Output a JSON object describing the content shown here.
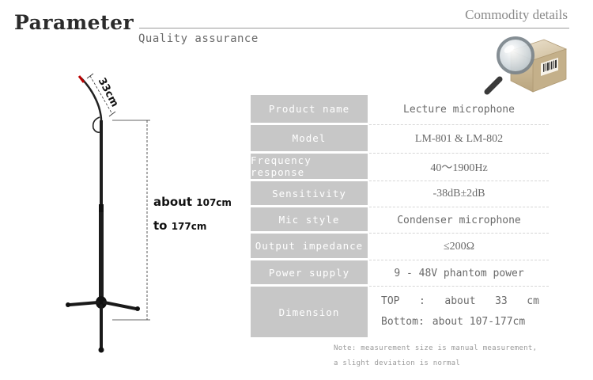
{
  "header": {
    "title": "Parameter",
    "subtitle": "Quality assurance",
    "commodity": "Commodity details"
  },
  "figure": {
    "gooseneck_length": "33cm",
    "height_line1_prefix": "about ",
    "height_line1_num": "107cm",
    "height_line2_prefix": "to ",
    "height_line2_num": "177cm"
  },
  "specs": [
    {
      "label": "Product name",
      "value": "Lecture microphone"
    },
    {
      "label": "Model",
      "value": "LM-801 & LM-802"
    },
    {
      "label": "Frequency response",
      "value": "40～1900Hz"
    },
    {
      "label": "Sensitivity",
      "value": "-38dB±2dB"
    },
    {
      "label": "Mic style",
      "value": "Condenser microphone"
    },
    {
      "label": "Output impedance",
      "value": "≤200Ω"
    },
    {
      "label": "Power supply",
      "value": "9 - 48V phantom power"
    }
  ],
  "dimension": {
    "label": "Dimension",
    "top_key": "TOP",
    "top_sep": ":",
    "top_val": "about",
    "top_num": "33",
    "top_unit": "cm",
    "bottom_key": "Bottom:",
    "bottom_val": "about 107-177cm"
  },
  "note": {
    "line1": "Note: measurement size is manual measurement,",
    "line2": "a slight deviation is normal"
  },
  "icons": {
    "product_box": "magnifier-box-icon"
  }
}
